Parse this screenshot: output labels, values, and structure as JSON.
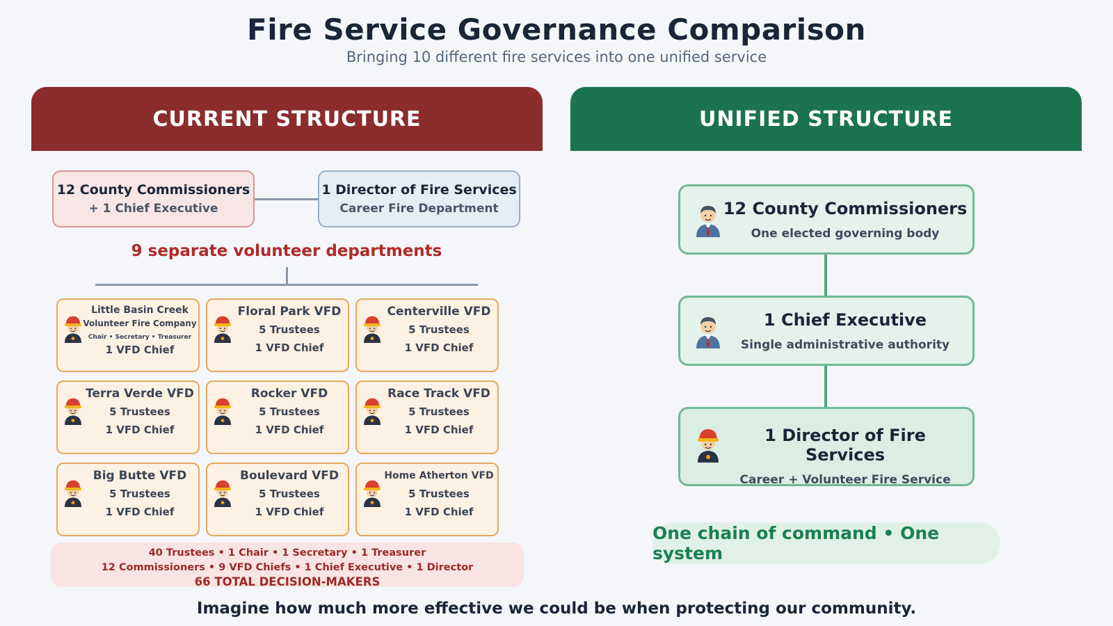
{
  "header": {
    "title": "Fire Service Governance Comparison",
    "subtitle": "Bringing 10 different fire services into one unified service"
  },
  "current": {
    "heading": "CURRENT STRUCTURE",
    "commissioners": {
      "title": "12 County Commissioners",
      "sub": "+ 1 Chief Executive"
    },
    "director": {
      "title": "1 Director of Fire Services",
      "sub": "Career Fire Department"
    },
    "volunteer_heading": "9 separate volunteer departments",
    "departments": [
      {
        "name_line1": "Little Basin Creek",
        "name_line2": "Volunteer Fire Company",
        "roles": "Chair • Secretary • Treasurer",
        "chief": "1 VFD Chief"
      },
      {
        "name": "Floral Park VFD",
        "trustees": "5 Trustees",
        "chief": "1 VFD Chief"
      },
      {
        "name": "Centerville VFD",
        "trustees": "5 Trustees",
        "chief": "1 VFD Chief"
      },
      {
        "name": "Terra Verde VFD",
        "trustees": "5 Trustees",
        "chief": "1 VFD Chief"
      },
      {
        "name": "Rocker VFD",
        "trustees": "5 Trustees",
        "chief": "1 VFD Chief"
      },
      {
        "name": "Race Track VFD",
        "trustees": "5 Trustees",
        "chief": "1 VFD Chief"
      },
      {
        "name": "Big Butte VFD",
        "trustees": "5 Trustees",
        "chief": "1 VFD Chief"
      },
      {
        "name": "Boulevard VFD",
        "trustees": "5 Trustees",
        "chief": "1 VFD Chief"
      },
      {
        "name": "Home Atherton VFD",
        "trustees": "5 Trustees",
        "chief": "1 VFD Chief"
      }
    ],
    "totals": {
      "line1": "40 Trustees • 1 Chair • 1 Secretary • 1 Treasurer",
      "line2": "12 Commissioners • 9 VFD Chiefs • 1 Chief Executive • 1 Director",
      "line3": "66 TOTAL DECISION-MAKERS"
    }
  },
  "unified": {
    "heading": "UNIFIED STRUCTURE",
    "levels": [
      {
        "title": "12 County Commissioners",
        "sub": "One elected governing body",
        "icon": "official-person-icon"
      },
      {
        "title": "1 Chief Executive",
        "sub": "Single administrative authority",
        "icon": "official-person-icon"
      },
      {
        "title": "1 Director of Fire Services",
        "sub": "Career + Volunteer Fire Service",
        "icon": "firefighter-icon"
      }
    ],
    "chain_text": "One chain of command • One system"
  },
  "closing": "Imagine how much more effective we could be when protecting our community.",
  "colors": {
    "current_red": "#8b2d2d",
    "unified_green": "#1b744f",
    "alert_red": "#b02a28",
    "vfd_border": "#e3a95c"
  }
}
